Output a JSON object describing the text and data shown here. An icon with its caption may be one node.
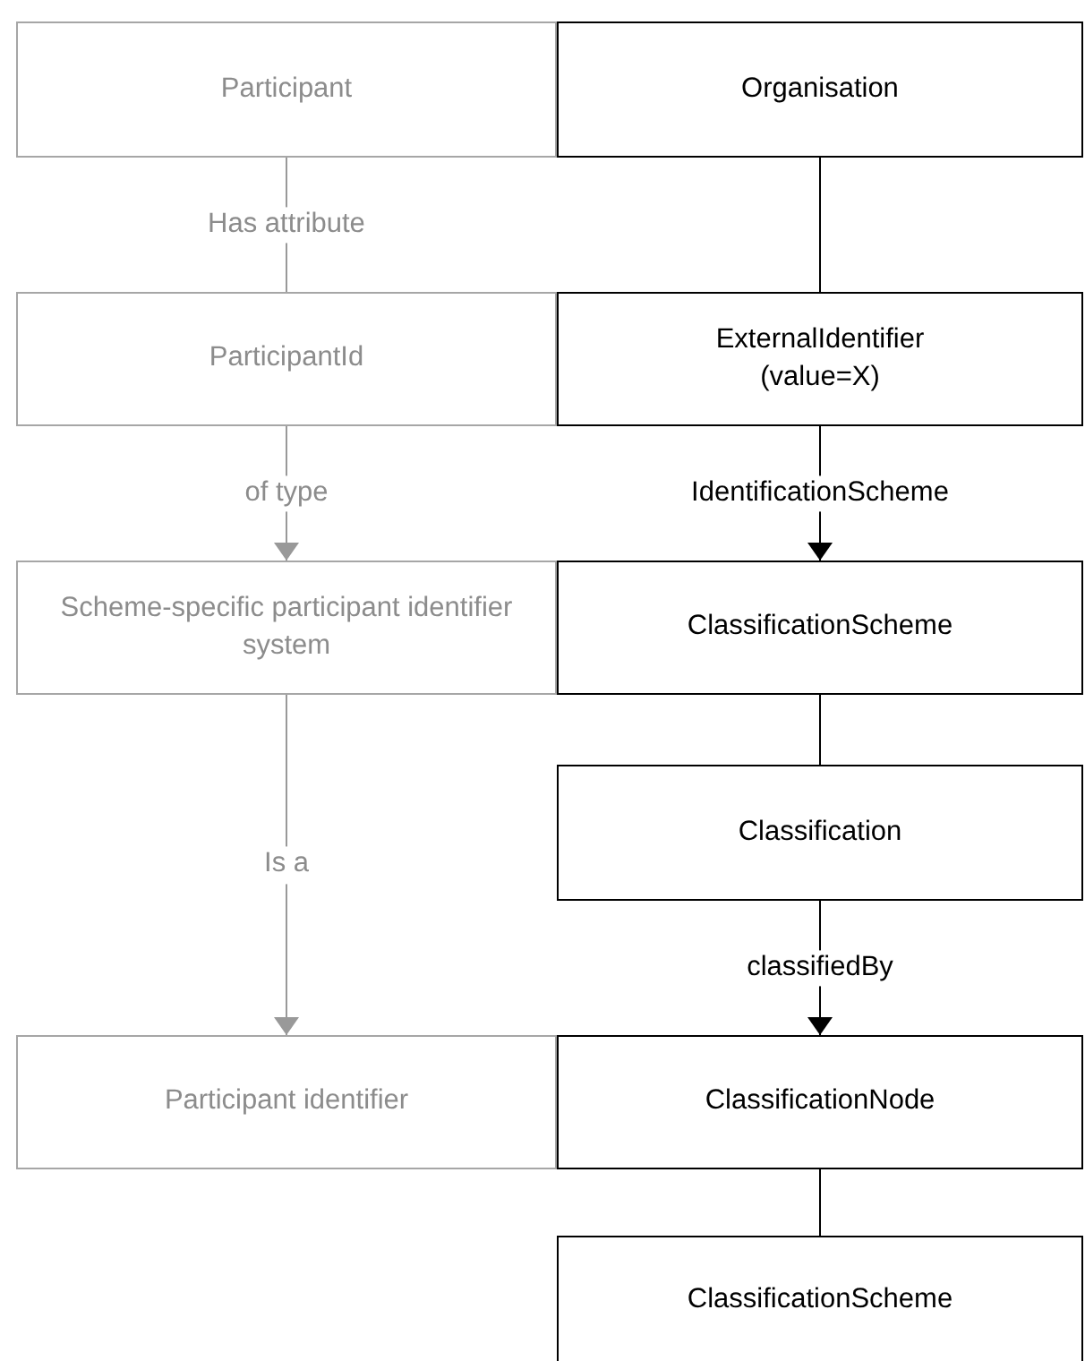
{
  "diagram": {
    "nodes": [
      {
        "text": [
          "Participant"
        ]
      },
      {
        "text": [
          "Organisation"
        ]
      },
      {
        "text": [
          "ParticipantId"
        ]
      },
      {
        "text": [
          "ExternalIdentifier (value=X)"
        ]
      },
      {
        "text": [
          "Scheme-specific participant identifier system"
        ]
      },
      {
        "text": [
          "ClassificationScheme"
        ]
      },
      {
        "text": [
          "Classification"
        ]
      },
      {
        "text": [
          "Participant identifier"
        ]
      },
      {
        "text": [
          "ClassificationNode"
        ]
      },
      {
        "text": [
          "ClassificationScheme"
        ]
      }
    ],
    "edges": [
      {
        "from": 0,
        "to": 2,
        "arrow": "none",
        "label": "Has attribute",
        "color": "#999999"
      },
      {
        "from": 1,
        "to": 3,
        "arrow": "none"
      },
      {
        "from": 2,
        "to": 4,
        "arrow": "to",
        "label": "of type",
        "color": "#999999"
      },
      {
        "from": 3,
        "to": 5,
        "arrow": "to",
        "label": "IdentificationScheme"
      },
      {
        "from": 4,
        "to": 7,
        "arrow": "to",
        "label": "Is a",
        "color": "#999999"
      },
      {
        "from": 5,
        "to": 6,
        "arrow": "none"
      },
      {
        "from": 6,
        "to": 8,
        "arrow": "to",
        "label": "classifiedBy"
      },
      {
        "from": 8,
        "to": 9,
        "arrow": "none"
      }
    ]
  }
}
